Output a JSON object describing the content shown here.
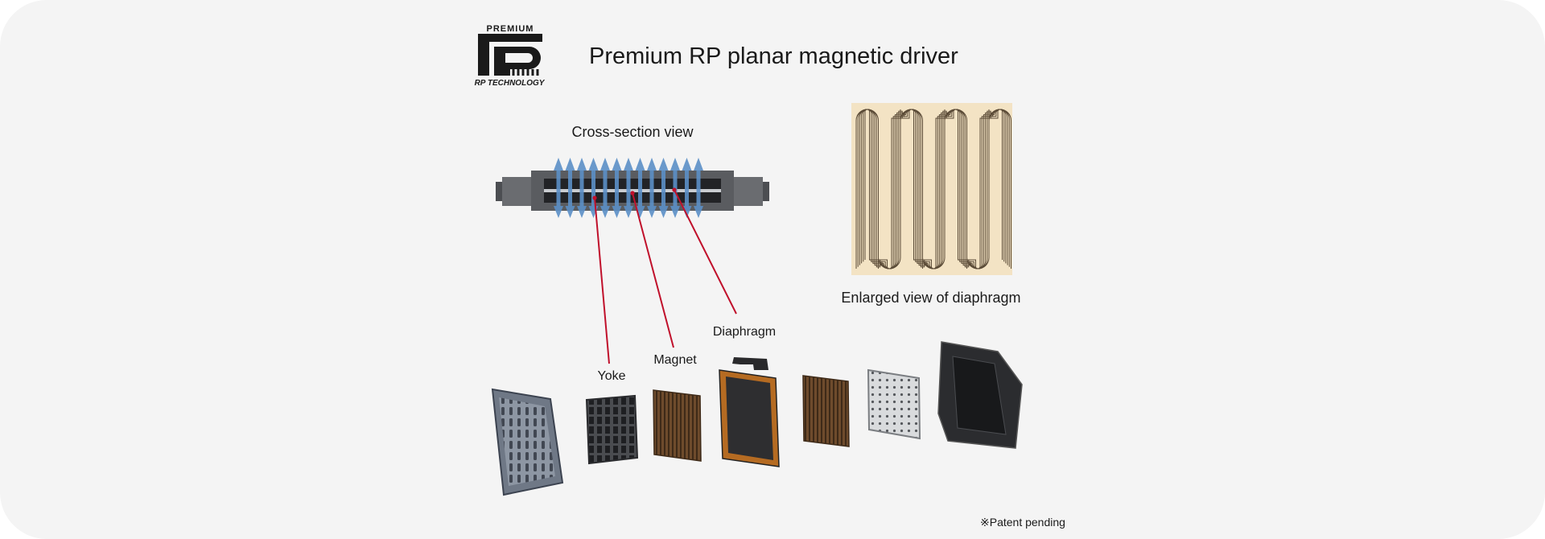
{
  "logo": {
    "top_text": "PREMIUM",
    "bottom_text": "RP TECHNOLOGY"
  },
  "title": "Premium RP planar magnetic driver",
  "cross_section": {
    "label": "Cross-section view"
  },
  "diaphragm_view": {
    "label": "Enlarged view of diaphragm"
  },
  "callouts": {
    "yoke": "Yoke",
    "magnet": "Magnet",
    "diaphragm": "Diaphragm"
  },
  "footnote": "※Patent pending",
  "colors": {
    "background": "#f4f4f4",
    "callout_line": "#c0102b",
    "arrow_blue": "#5b8fc7",
    "diaphragm_bg": "#f3e3c4",
    "diaphragm_trace": "#5a4a36",
    "frame_orange": "#b56b22",
    "dark_part": "#2e2e30",
    "brown_part": "#6e4b2c"
  }
}
